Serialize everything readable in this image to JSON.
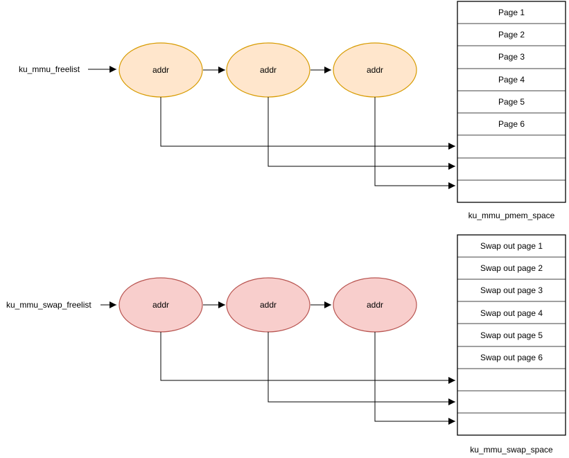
{
  "colors": {
    "background": "#FFFFFF",
    "line": "#000000",
    "text": "#000000",
    "pmem_node_fill": "#FFE6CC",
    "pmem_node_stroke": "#D79B00",
    "swap_node_fill": "#F8CECC",
    "swap_node_stroke": "#B85450"
  },
  "pmem_section": {
    "freelist_label": "ku_mmu_freelist",
    "nodes": [
      "addr",
      "addr",
      "addr"
    ],
    "table": {
      "rows": [
        "Page 1",
        "Page 2",
        "Page 3",
        "Page 4",
        "Page 5",
        "Page 6",
        "",
        "",
        ""
      ],
      "label": "ku_mmu_pmem_space"
    }
  },
  "swap_section": {
    "freelist_label": "ku_mmu_swap_freelist",
    "nodes": [
      "addr",
      "addr",
      "addr"
    ],
    "table": {
      "rows": [
        "Swap out page 1",
        "Swap out page 2",
        "Swap out page 3",
        "Swap out page 4",
        "Swap out page 5",
        "Swap out page 6",
        "",
        "",
        ""
      ],
      "label": "ku_mmu_swap_space"
    }
  }
}
